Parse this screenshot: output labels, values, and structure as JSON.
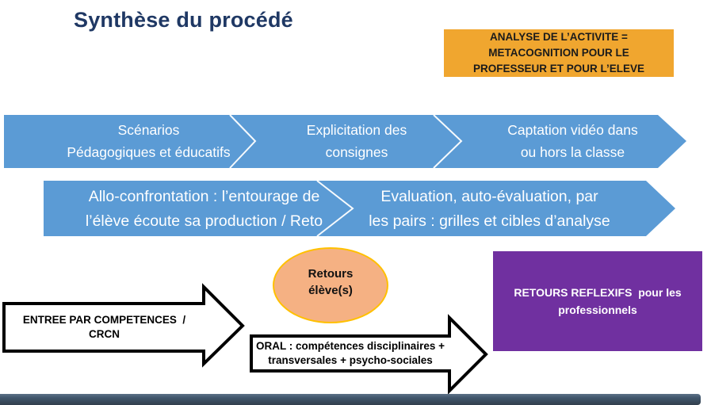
{
  "title": "Synthèse du procédé",
  "colors": {
    "title_text": "#1F3864",
    "process_blue": "#5B9BD5",
    "chevron_divider": "#FFFFFF",
    "note_orange": "#F0A62F",
    "note_text": "#1B1B1B",
    "bubble_fill": "#F5B183",
    "bubble_border": "#FFC000",
    "purple_box_bg": "#7030A0",
    "outline_arrow_fill": "#FFFFFF",
    "outline_arrow_stroke": "#000000",
    "footer_top": "#5D7288",
    "footer_bottom": "#323F4C"
  },
  "note_box": {
    "text": "ANALYSE DE L’ACTIVITE =\nMETACOGNITION POUR LE\nPROFESSEUR ET POUR L’ELEVE"
  },
  "process_row1": {
    "segments": [
      {
        "label": "Scénarios\nPédagogiques et éducatifs"
      },
      {
        "label": "Explicitation des\nconsignes"
      },
      {
        "label": "Captation vidéo dans\nou hors la classe"
      }
    ]
  },
  "process_row2": {
    "segments": [
      {
        "label": "Allo-confrontation : l’entourage de\nl’élève écoute sa production / Reto"
      },
      {
        "label": "Evaluation, auto-évaluation, par\nles pairs : grilles et cibles d’analyse"
      }
    ]
  },
  "bubble": {
    "label": "Retours\nélève(s)"
  },
  "purple_box": {
    "label": "RETOURS REFLEXIFS  pour les\nprofessionnels"
  },
  "arrow_competences": {
    "label": "ENTREE PAR COMPETENCES  / CRCN"
  },
  "arrow_oral": {
    "label": "ORAL : compétences disciplinaires +\ntransversales + psycho-sociales"
  }
}
